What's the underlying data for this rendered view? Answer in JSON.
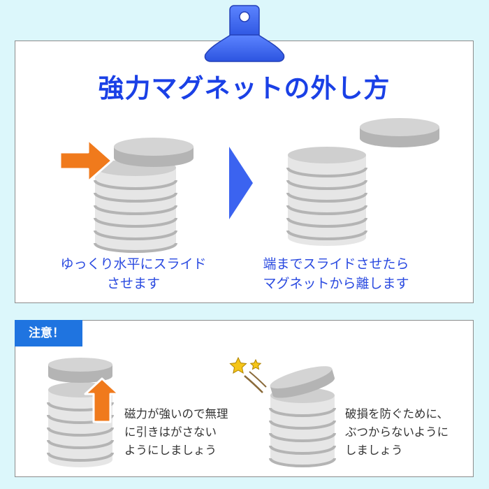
{
  "title": "強力マグネットの外し方",
  "step1_caption": {
    "line1": "ゆっくり水平にスライド",
    "line2": "させます"
  },
  "step2_caption": {
    "line1": "端までスライドさせたら",
    "line2": "マグネットから離します"
  },
  "caution": {
    "badge": "注意！",
    "note1": {
      "line1": "磁力が強いので無理",
      "line2": "に引きはがさない",
      "line3": "ようにしましょう"
    },
    "note2": {
      "line1": "破損を防ぐために、",
      "line2": "ぶつからないように",
      "line3": "しましょう"
    }
  },
  "colors": {
    "title": "#1a40e6",
    "caption": "#2a4ae0",
    "clip": "#3b63f0",
    "badge": "#1f74e0",
    "arrow_orange": "#f07a1c",
    "step_arrow": "#3b63f0",
    "magnet_top": "#d4d4d4",
    "magnet_side": "#b4b4b4"
  }
}
